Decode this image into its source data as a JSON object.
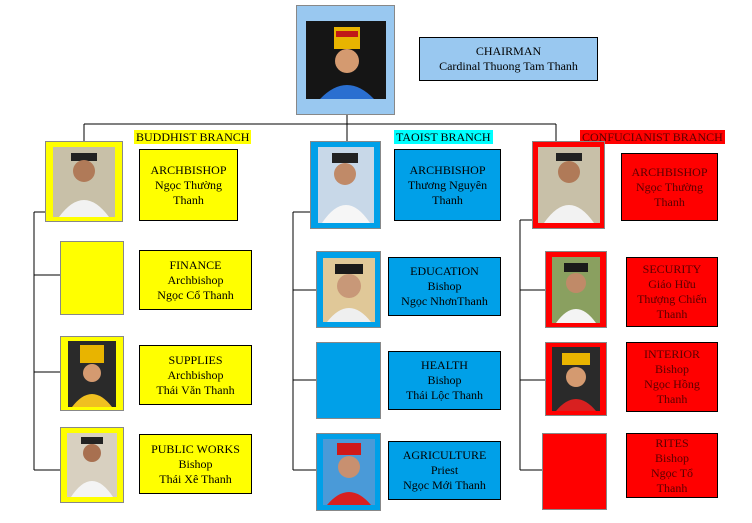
{
  "chairman": {
    "role": "CHAIRMAN",
    "name": "Cardinal Thuong Tam Thanh"
  },
  "branches": {
    "buddhist": {
      "title": "BUDDHIST BRANCH",
      "head": [
        "ARCHBISHOP",
        "Ngọc Thường",
        "Thanh"
      ],
      "items": [
        [
          "FINANCE",
          "Archbishop",
          "Ngọc Cổ Thanh"
        ],
        [
          "SUPPLIES",
          "Archbishop",
          "Thái Văn Thanh"
        ],
        [
          "PUBLIC WORKS",
          "Bishop",
          "Thái Xê Thanh"
        ]
      ]
    },
    "taoist": {
      "title": "TAOIST BRANCH",
      "head": [
        "ARCHBISHOP",
        "Thương Nguyên",
        "Thanh"
      ],
      "items": [
        [
          "EDUCATION",
          "Bishop",
          "Ngọc NhơnThanh"
        ],
        [
          "HEALTH",
          "Bishop",
          "Thái Lộc Thanh"
        ],
        [
          "AGRICULTURE",
          "Priest",
          "Ngọc Mới Thanh"
        ]
      ]
    },
    "confucianist": {
      "title": "CONFUCIANIST BRANCH",
      "head": [
        "ARCHBISHOP",
        "Ngọc Thường",
        "Thanh"
      ],
      "items": [
        [
          "SECURITY",
          "Giáo Hữu",
          "Thượng Chiến",
          "Thanh"
        ],
        [
          "INTERIOR",
          "Bishop",
          "Ngọc Hồng",
          "Thanh"
        ],
        [
          "RITES",
          "Bishop",
          "Ngọc Tổ",
          "Thanh"
        ]
      ]
    }
  },
  "colors": {
    "buddhist": "#ffff00",
    "taoist": "#00a0e8",
    "confucianist": "#ff0000",
    "chairman_box": "#99c8f0"
  },
  "icons": [
    "headdress-photo",
    "elder-photo",
    "blank-photo"
  ]
}
